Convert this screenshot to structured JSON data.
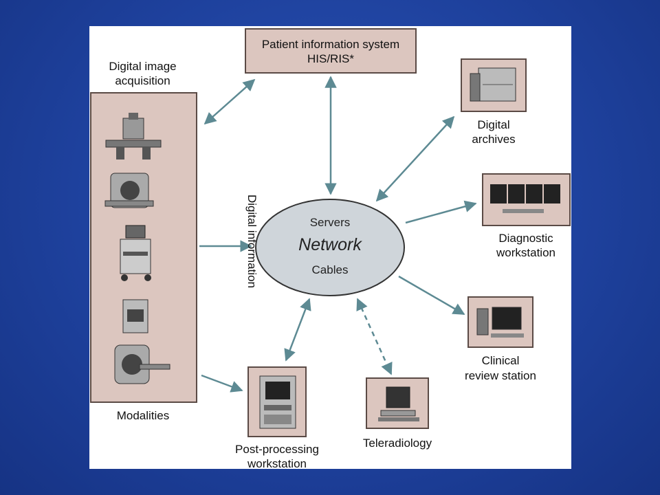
{
  "diagram": {
    "center": {
      "line1": "Servers",
      "title": "Network",
      "line2": "Cables"
    },
    "patient_system": {
      "line1": "Patient information system",
      "line2": "HIS/RIS*"
    },
    "acquisition_label": {
      "line1": "Digital image",
      "line2": "acquisition"
    },
    "vertical_label": "Digital information",
    "modalities_label": "Modalities",
    "archives_label": {
      "line1": "Digital",
      "line2": "archives"
    },
    "diagnostic_label": {
      "line1": "Diagnostic",
      "line2": "workstation"
    },
    "clinical_label": {
      "line1": "Clinical",
      "line2": "review station"
    },
    "teleradiology_label": "Teleradiology",
    "postprocessing_label": {
      "line1": "Post-processing",
      "line2": "workstation"
    }
  },
  "colors": {
    "arrow": "#5d8a93",
    "box_fill": "#dcc6bf",
    "ellipse_fill": "#cfd5da",
    "background": "#1d3f9a"
  }
}
